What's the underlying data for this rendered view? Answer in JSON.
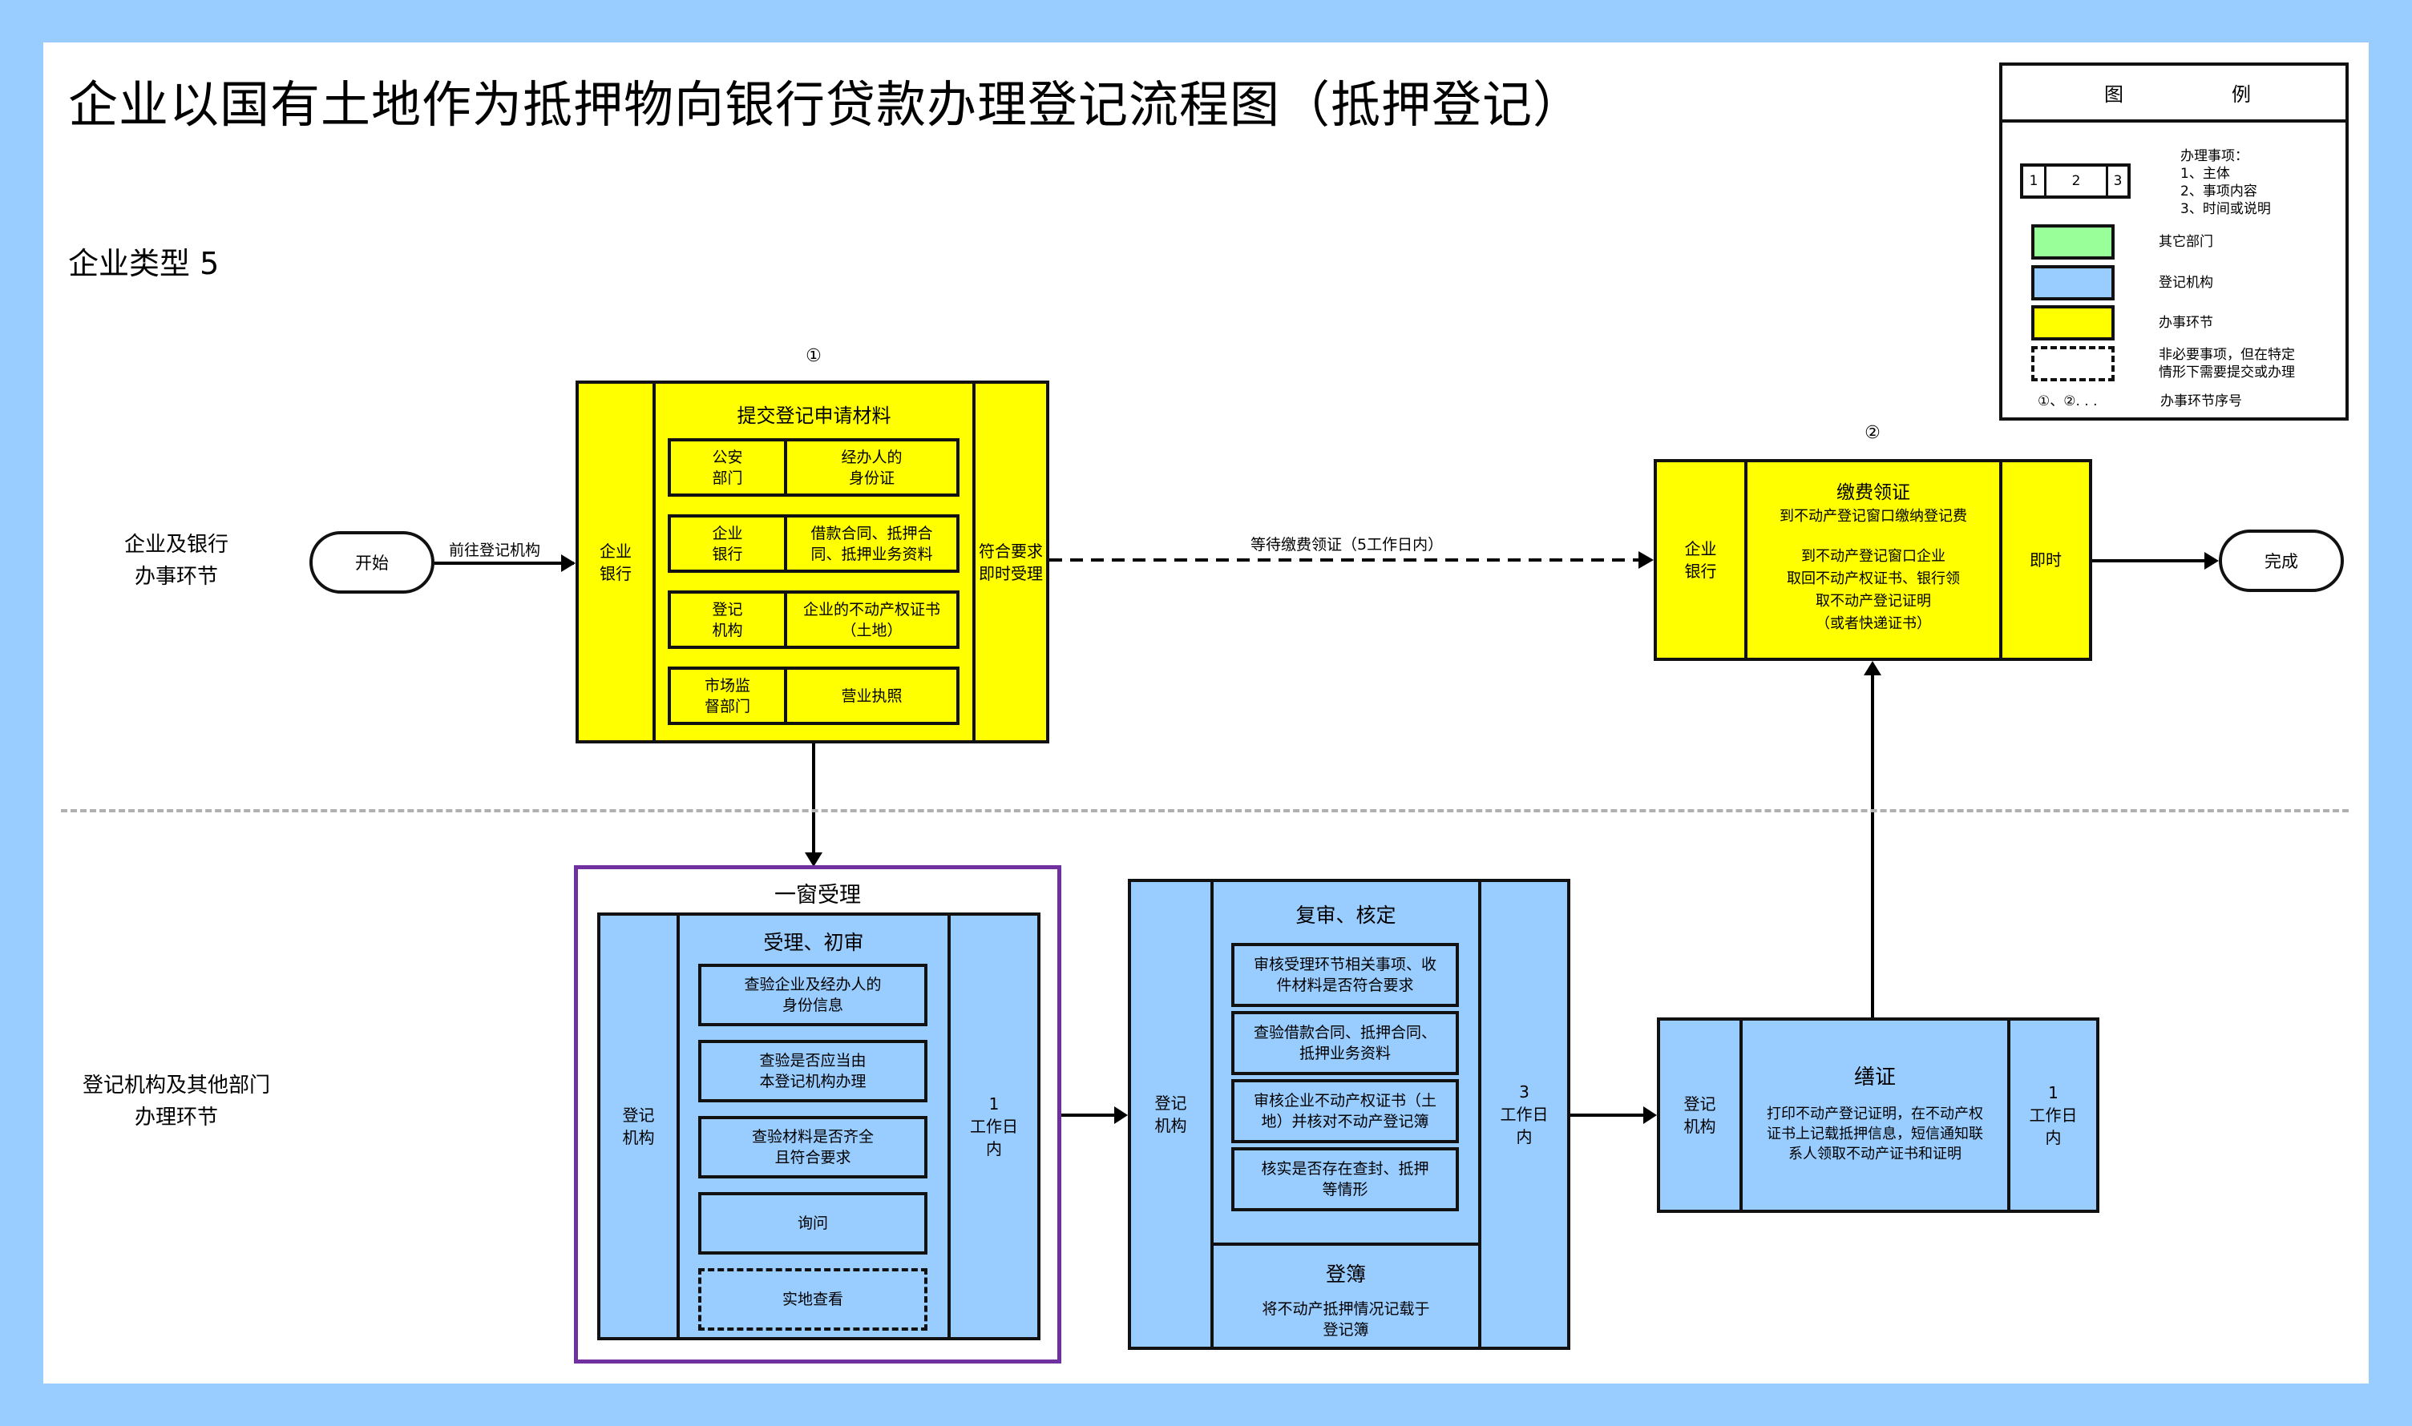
{
  "title": "企业以国有土地作为抵押物向银行贷款办理登记流程图（抵押登记）",
  "subtitle": "企业类型 5",
  "lanes": {
    "top": [
      "企业及银行",
      "办事环节"
    ],
    "bottom": [
      "登记机构及其他部门",
      "办理环节"
    ]
  },
  "start_label": "开始",
  "finish_label": "完成",
  "edges": {
    "start_to_step1": "前往登记机构",
    "step1_to_step2": "等待缴费领证（5工作日内）"
  },
  "step1": {
    "index": "①",
    "subject": [
      "企业",
      "银行"
    ],
    "title": "提交登记申请材料",
    "time": [
      "符合要求",
      "即时受理"
    ],
    "materials": [
      {
        "source": [
          "公安",
          "部门"
        ],
        "item": [
          "经办人的",
          "身份证"
        ]
      },
      {
        "source": [
          "企业",
          "银行"
        ],
        "item": [
          "借款合同、抵押合",
          "同、抵押业务资料"
        ]
      },
      {
        "source": [
          "登记",
          "机构"
        ],
        "item": [
          "企业的不动产权证书",
          "（土地）"
        ]
      },
      {
        "source": [
          "市场监",
          "督部门"
        ],
        "item": [
          "营业执照"
        ]
      }
    ]
  },
  "step2": {
    "index": "②",
    "subject": [
      "企业",
      "银行"
    ],
    "title": "缴费领证",
    "line1": "到不动产登记窗口缴纳登记费",
    "body": [
      "到不动产登记窗口企业",
      "取回不动产权证书、银行领",
      "取不动产登记证明",
      "（或者快递证书）"
    ],
    "time": "即时"
  },
  "window": {
    "title": "一窗受理",
    "subject": [
      "登记",
      "机构"
    ],
    "section_title": "受理、初审",
    "time": [
      "1",
      "工作日",
      "内"
    ],
    "items": [
      {
        "text": [
          "查验企业及经办人的",
          "身份信息"
        ],
        "optional": false
      },
      {
        "text": [
          "查验是否应当由",
          "本登记机构办理"
        ],
        "optional": false
      },
      {
        "text": [
          "查验材料是否齐全",
          "且符合要求"
        ],
        "optional": false
      },
      {
        "text": [
          "询问"
        ],
        "optional": false
      },
      {
        "text": [
          "实地查看"
        ],
        "optional": true
      }
    ]
  },
  "review": {
    "subject": [
      "登记",
      "机构"
    ],
    "section_title": "复审、核定",
    "time": [
      "3",
      "工作日",
      "内"
    ],
    "items": [
      [
        "审核受理环节相关事项、收",
        "件材料是否符合要求"
      ],
      [
        "查验借款合同、抵押合同、",
        "抵押业务资料"
      ],
      [
        "审核企业不动产权证书（土",
        "地）并核对不动产登记簿"
      ],
      [
        "核实是否存在查封、抵押",
        "等情形"
      ]
    ],
    "book_title": "登簿",
    "book_text": [
      "将不动产抵押情况记载于",
      "登记簿"
    ]
  },
  "certify": {
    "subject": [
      "登记",
      "机构"
    ],
    "title": "缮证",
    "text": [
      "打印不动产登记证明，在不动产权",
      "证书上记载抵押信息，短信通知联",
      "系人领取不动产证书和证明"
    ],
    "time": [
      "1",
      "工作日",
      "内"
    ]
  },
  "legend": {
    "header_left": "图",
    "header_right": "例",
    "sample_cells": [
      "1",
      "2",
      "3"
    ],
    "sample_desc": [
      "办理事项：",
      "1、主体",
      "2、事项内容",
      "3、时间或说明"
    ],
    "other_dept": "其它部门",
    "registry": "登记机构",
    "handling": "办事环节",
    "optional": [
      "非必要事项，但在特定",
      "情形下需要提交或办理"
    ],
    "seq_symbol": "①、②. . .",
    "seq_desc": "办事环节序号"
  },
  "colors": {
    "frame": "#99CCFF",
    "other_dept": "#99FF99",
    "registry": "#99CCFF",
    "handling": "#FFFF00",
    "window_border": "#7030A0",
    "lane_divider": "#B0B0B0"
  }
}
